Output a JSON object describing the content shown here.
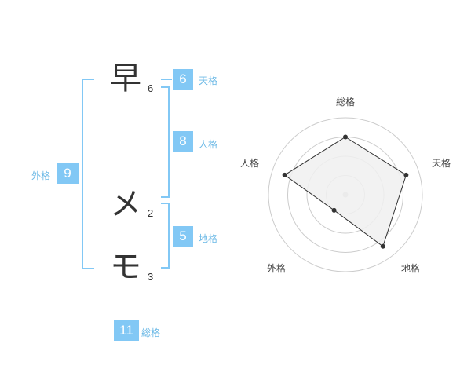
{
  "name_chars": [
    {
      "char": "早",
      "strokes": "6"
    },
    {
      "char": "メ",
      "strokes": "2"
    },
    {
      "char": "モ",
      "strokes": "3"
    }
  ],
  "fortune": {
    "tenkaku": {
      "value": "6",
      "label": "天格"
    },
    "jinkaku": {
      "value": "8",
      "label": "人格"
    },
    "chikaku": {
      "value": "5",
      "label": "地格"
    },
    "gaikaku": {
      "value": "9",
      "label": "外格"
    },
    "soukaku": {
      "value": "11",
      "label": "総格"
    }
  },
  "chart_data": {
    "type": "radar",
    "axes": [
      "総格",
      "天格",
      "地格",
      "外格",
      "人格"
    ],
    "values": [
      0.75,
      0.83,
      0.83,
      0.25,
      0.83
    ],
    "max": 1,
    "rings": 4,
    "colors": {
      "fill": "#f0f0f0",
      "line": "#333333",
      "grid": "#cccccc",
      "point": "#333333"
    }
  }
}
